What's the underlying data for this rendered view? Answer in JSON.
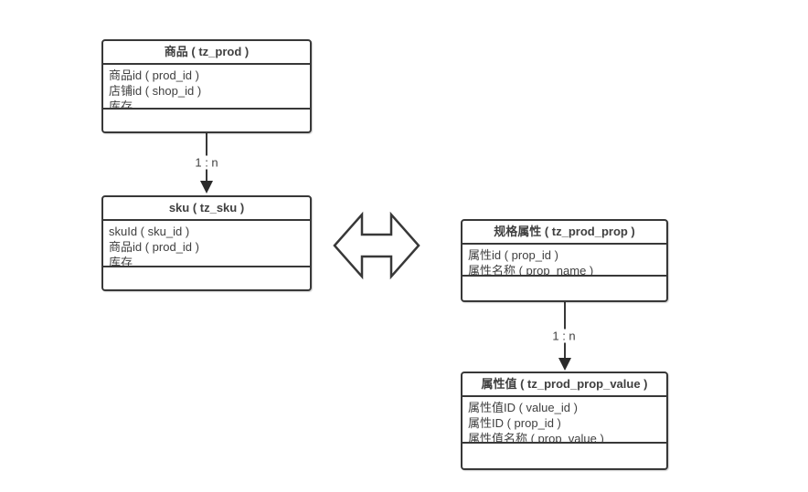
{
  "diagram": {
    "entities": [
      {
        "id": "prod",
        "title": "商品 ( tz_prod )",
        "attributes": [
          "商品id ( prod_id )",
          "店铺id ( shop_id )",
          "库存"
        ]
      },
      {
        "id": "sku",
        "title": "sku ( tz_sku )",
        "attributes": [
          "skuId ( sku_id )",
          "商品id ( prod_id )",
          "库存"
        ]
      },
      {
        "id": "prod_prop",
        "title": "规格属性 ( tz_prod_prop )",
        "attributes": [
          "属性id ( prop_id )",
          "属性名称 ( prop_name )"
        ]
      },
      {
        "id": "prod_prop_value",
        "title": "属性值 ( tz_prod_prop_value )",
        "attributes": [
          "属性值ID ( value_id )",
          "属性ID ( prop_id )",
          "属性值名称 ( prop_value )"
        ]
      }
    ],
    "relations": [
      {
        "from": "prod",
        "to": "sku",
        "label": "1 : n"
      },
      {
        "from": "prod_prop",
        "to": "prod_prop_value",
        "label": "1 : n"
      }
    ],
    "colors": {
      "line": "#383838",
      "text": "#404040",
      "background": "#ffffff"
    }
  }
}
